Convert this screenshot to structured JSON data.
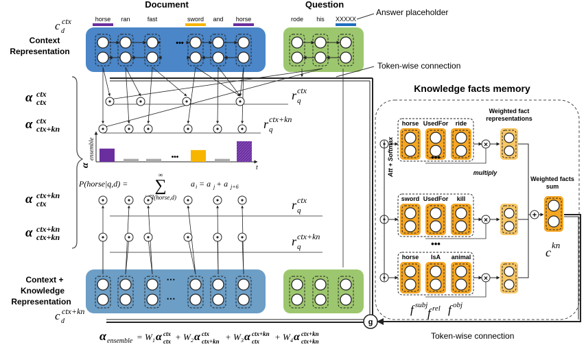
{
  "headings": {
    "document": "Document",
    "question": "Question",
    "memory": "Knowledge facts memory"
  },
  "document_tokens": [
    "horse",
    "ran",
    "fast",
    "sword",
    "and",
    "horse"
  ],
  "question_tokens": [
    "rode",
    "his",
    "XXXXX"
  ],
  "annotations": {
    "answer_placeholder": "Answer placeholder",
    "token_wise_top": "Token-wise connection",
    "token_wise_bottom": "Token-wise connection",
    "weighted_fact_reps_1": "Weighted fact",
    "weighted_fact_reps_2": "representations",
    "weighted_facts_sum_1": "Weighted facts",
    "weighted_facts_sum_2": "sum",
    "multiply": "multiply",
    "att_softmax": "Att + Softmax",
    "ellipsis": "•••",
    "dots": "•••",
    "gate": "g"
  },
  "left_labels": {
    "context_rep_1": "Context",
    "context_rep_2": "Representation",
    "ck_rep_1": "Context +",
    "ck_rep_2": "Knowledge",
    "ck_rep_3": "Representation"
  },
  "math": {
    "c_d": "c",
    "c_d_sub": "d",
    "c_d_sup": "ctx",
    "c_d_kn_sup": "ctx+kn",
    "alpha": "α",
    "a1_sub": "ctx",
    "a1_sup": "ctx",
    "a2_sub": "ctx+kn",
    "a2_sup": "ctx",
    "a3_sub": "ctx",
    "a3_sup": "ctx+kn",
    "a4_sub": "ctx+kn",
    "a4_sup": "ctx+kn",
    "r": "r",
    "r_sub": "q",
    "r1_sup": "ctx",
    "r2_sup": "ctx+kn",
    "alpha_ensemble_axis": "ensemble",
    "t_axis": "t",
    "prob_formula": "P(horse|q,d) =",
    "sum_range": "i∈I(horse,d)",
    "sum_term": "a",
    "sum_term_sub": "i",
    "eq_rhs": "= a",
    "eq_rhs_sub1": "j",
    "eq_plus": " + a",
    "eq_rhs_sub2": "j+6",
    "sum_sup": "∞",
    "c_kn": "c",
    "c_kn_sup": "kn",
    "f": "f",
    "f_subj_sup": "subj",
    "f_rel_sup": "rel",
    "f_obj_sup": "obj",
    "ens_lhs": "α",
    "ens_lhs_sub": "ensemble",
    "ens_eq": " = W",
    "w1": "1",
    "w2": "2",
    "w3": "3",
    "w4": "4",
    "plus_w": " + W"
  },
  "facts": [
    [
      "horse",
      "UsedFor",
      "ride"
    ],
    [
      "sword",
      "UsedFor",
      "kill"
    ],
    [
      "horse",
      "IsA",
      "animal"
    ]
  ],
  "colors": {
    "context_blue": "#4a86c8",
    "context_blue_dark": "#5d8fbf",
    "ck_blue": "#6c9ec6",
    "green": "#9dc76e",
    "green_light": "#a9cf7e",
    "orange": "#f5a623",
    "orange_light": "#f8c766",
    "purple": "#6a2e9e",
    "yellow": "#f7b500",
    "question_blue": "#1f6fc0"
  },
  "ensemble_bars": [
    0.45,
    0.1,
    0.1,
    0.1,
    0.4,
    0.1,
    0.7
  ]
}
